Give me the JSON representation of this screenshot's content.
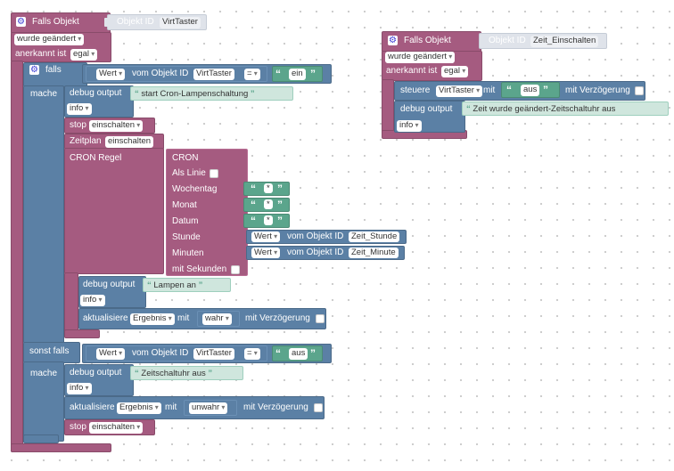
{
  "block1": {
    "trigger": {
      "title": "Falls Objekt",
      "objlabel": "Objekt ID",
      "objid": "VirtTaster",
      "changed": "wurde geändert",
      "ack_label": "anerkannt ist",
      "ack_val": "egal"
    },
    "if1": {
      "falls": "falls",
      "wert": "Wert",
      "vom": "vom Objekt ID",
      "objid": "VirtTaster",
      "op": "=",
      "val": "ein"
    },
    "mache": "mache",
    "dbg1": {
      "label": "debug output",
      "text": "start Cron-Lampenschaltung",
      "level": "info"
    },
    "stop1": {
      "label": "stop",
      "val": "einschalten"
    },
    "zeitplan": {
      "label": "Zeitplan",
      "val": "einschalten"
    },
    "cron_regel": "CRON Regel",
    "cron": {
      "title": "CRON",
      "als_linie": "Als Linie",
      "wochentag": "Wochentag",
      "monat": "Monat",
      "datum": "Datum",
      "star": "*",
      "stunde": "Stunde",
      "minuten": "Minuten",
      "sekunden": "mit Sekunden",
      "wert": "Wert",
      "vom": "vom Objekt ID",
      "stunde_obj": "Zeit_Stunde",
      "minute_obj": "Zeit_Minute"
    },
    "dbg2": {
      "label": "debug output",
      "text": "Lampen an",
      "level": "info"
    },
    "upd1": {
      "label": "aktualisiere",
      "var": "Ergebnis",
      "mit": "mit",
      "val": "wahr",
      "delay": "mit Verzögerung"
    },
    "sonst": "sonst falls",
    "if2": {
      "wert": "Wert",
      "vom": "vom Objekt ID",
      "objid": "VirtTaster",
      "op": "=",
      "val": "aus"
    },
    "mache2": "mache",
    "dbg3": {
      "label": "debug output",
      "text": "Zeitschaltuhr aus",
      "level": "info"
    },
    "upd2": {
      "label": "aktualisiere",
      "var": "Ergebnis",
      "mit": "mit",
      "val": "unwahr",
      "delay": "mit Verzögerung"
    },
    "stop2": {
      "label": "stop",
      "val": "einschalten"
    }
  },
  "block2": {
    "trigger": {
      "title": "Falls Objekt",
      "objlabel": "Objekt ID",
      "objid": "Zeit_Einschalten",
      "changed": "wurde geändert",
      "ack_label": "anerkannt ist",
      "ack_val": "egal"
    },
    "steuere": {
      "label": "steuere",
      "obj": "VirtTaster",
      "mit": "mit",
      "val": "aus",
      "delay": "mit Verzögerung"
    },
    "dbg": {
      "label": "debug output",
      "text": "Zeit wurde geändert-Zeitschaltuhr aus",
      "level": "info"
    }
  },
  "colors": {
    "trigger": "#a55b80",
    "control": "#5b80a5",
    "text": "#5ba58c"
  },
  "icons": {
    "gear": "gear-icon",
    "checkbox": "checkbox-icon"
  }
}
